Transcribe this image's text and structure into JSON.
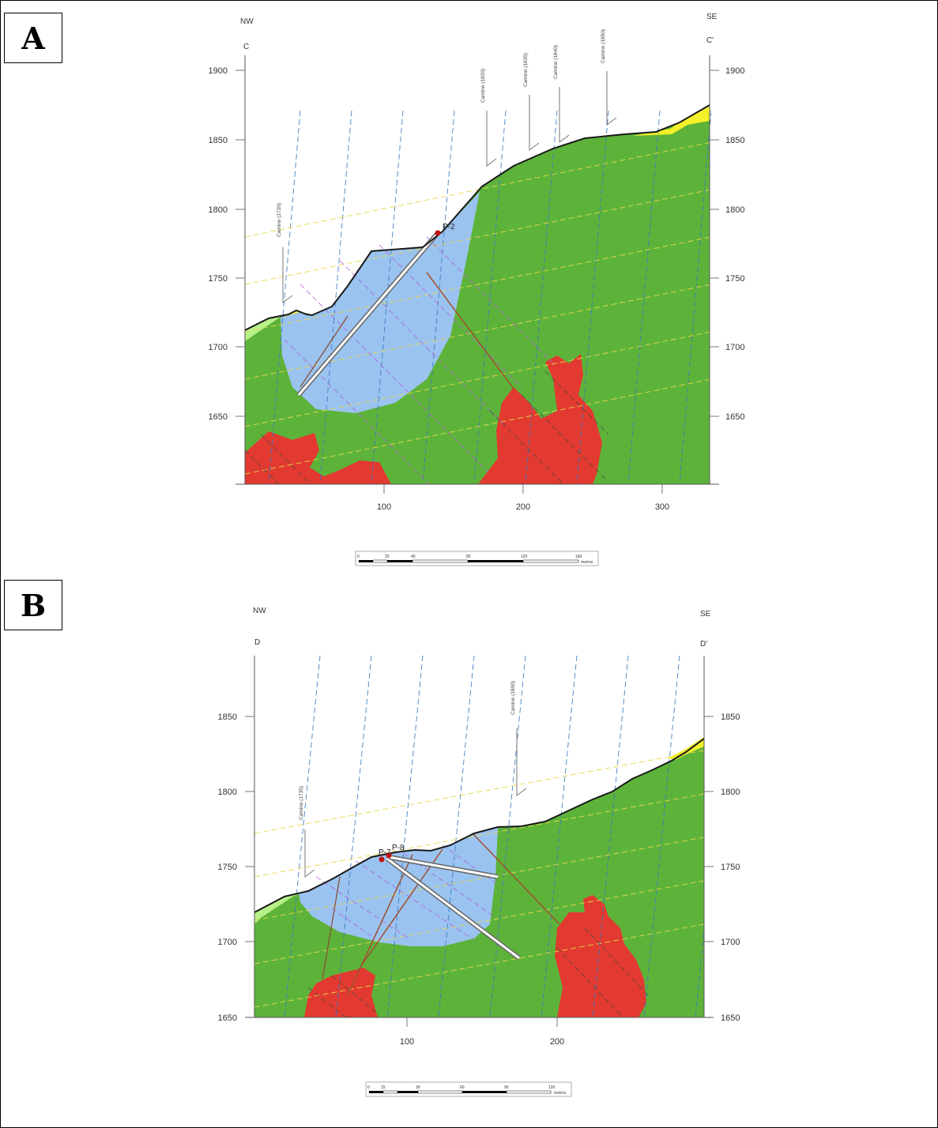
{
  "panels": [
    {
      "label": "A",
      "dir_left": "NW",
      "dir_right": "SE",
      "end_left": "C",
      "end_right": "C'",
      "y_ticks": [
        "1900",
        "1850",
        "1800",
        "1750",
        "1700",
        "1650"
      ],
      "x_ticks": [
        "100",
        "200",
        "300"
      ],
      "road_labels": [
        "Camino (1720)",
        "Camino (1820)",
        "Camino (1835)",
        "Camino (1840)",
        "Camino (1850)"
      ],
      "borehole_labels": [
        "P-2"
      ],
      "scale_ticks": [
        "0",
        "20",
        "40",
        "80",
        "120",
        "160"
      ],
      "scale_unit": "metros"
    },
    {
      "label": "B",
      "dir_left": "NW",
      "dir_right": "SE",
      "end_left": "D",
      "end_right": "D'",
      "y_ticks": [
        "1850",
        "1800",
        "1750",
        "1700",
        "1650"
      ],
      "x_ticks": [
        "100",
        "200"
      ],
      "road_labels": [
        "Camino (1735)",
        "Camino (1800)"
      ],
      "borehole_labels": [
        "P-7",
        "P-8"
      ],
      "scale_ticks": [
        "0",
        "15",
        "30",
        "60",
        "90",
        "120"
      ],
      "scale_unit": "metros"
    }
  ],
  "colors": {
    "limestone_green": "#5db33a",
    "landslide_blue": "#9ac3f0",
    "intrusive_red": "#e23a30",
    "colluvium_yellow": "#f4f02a",
    "light_green": "#b8f08a",
    "dip_blue": "#3a78c0",
    "dip_yellow": "#e8d84a",
    "dip_purple": "#b060d8"
  }
}
